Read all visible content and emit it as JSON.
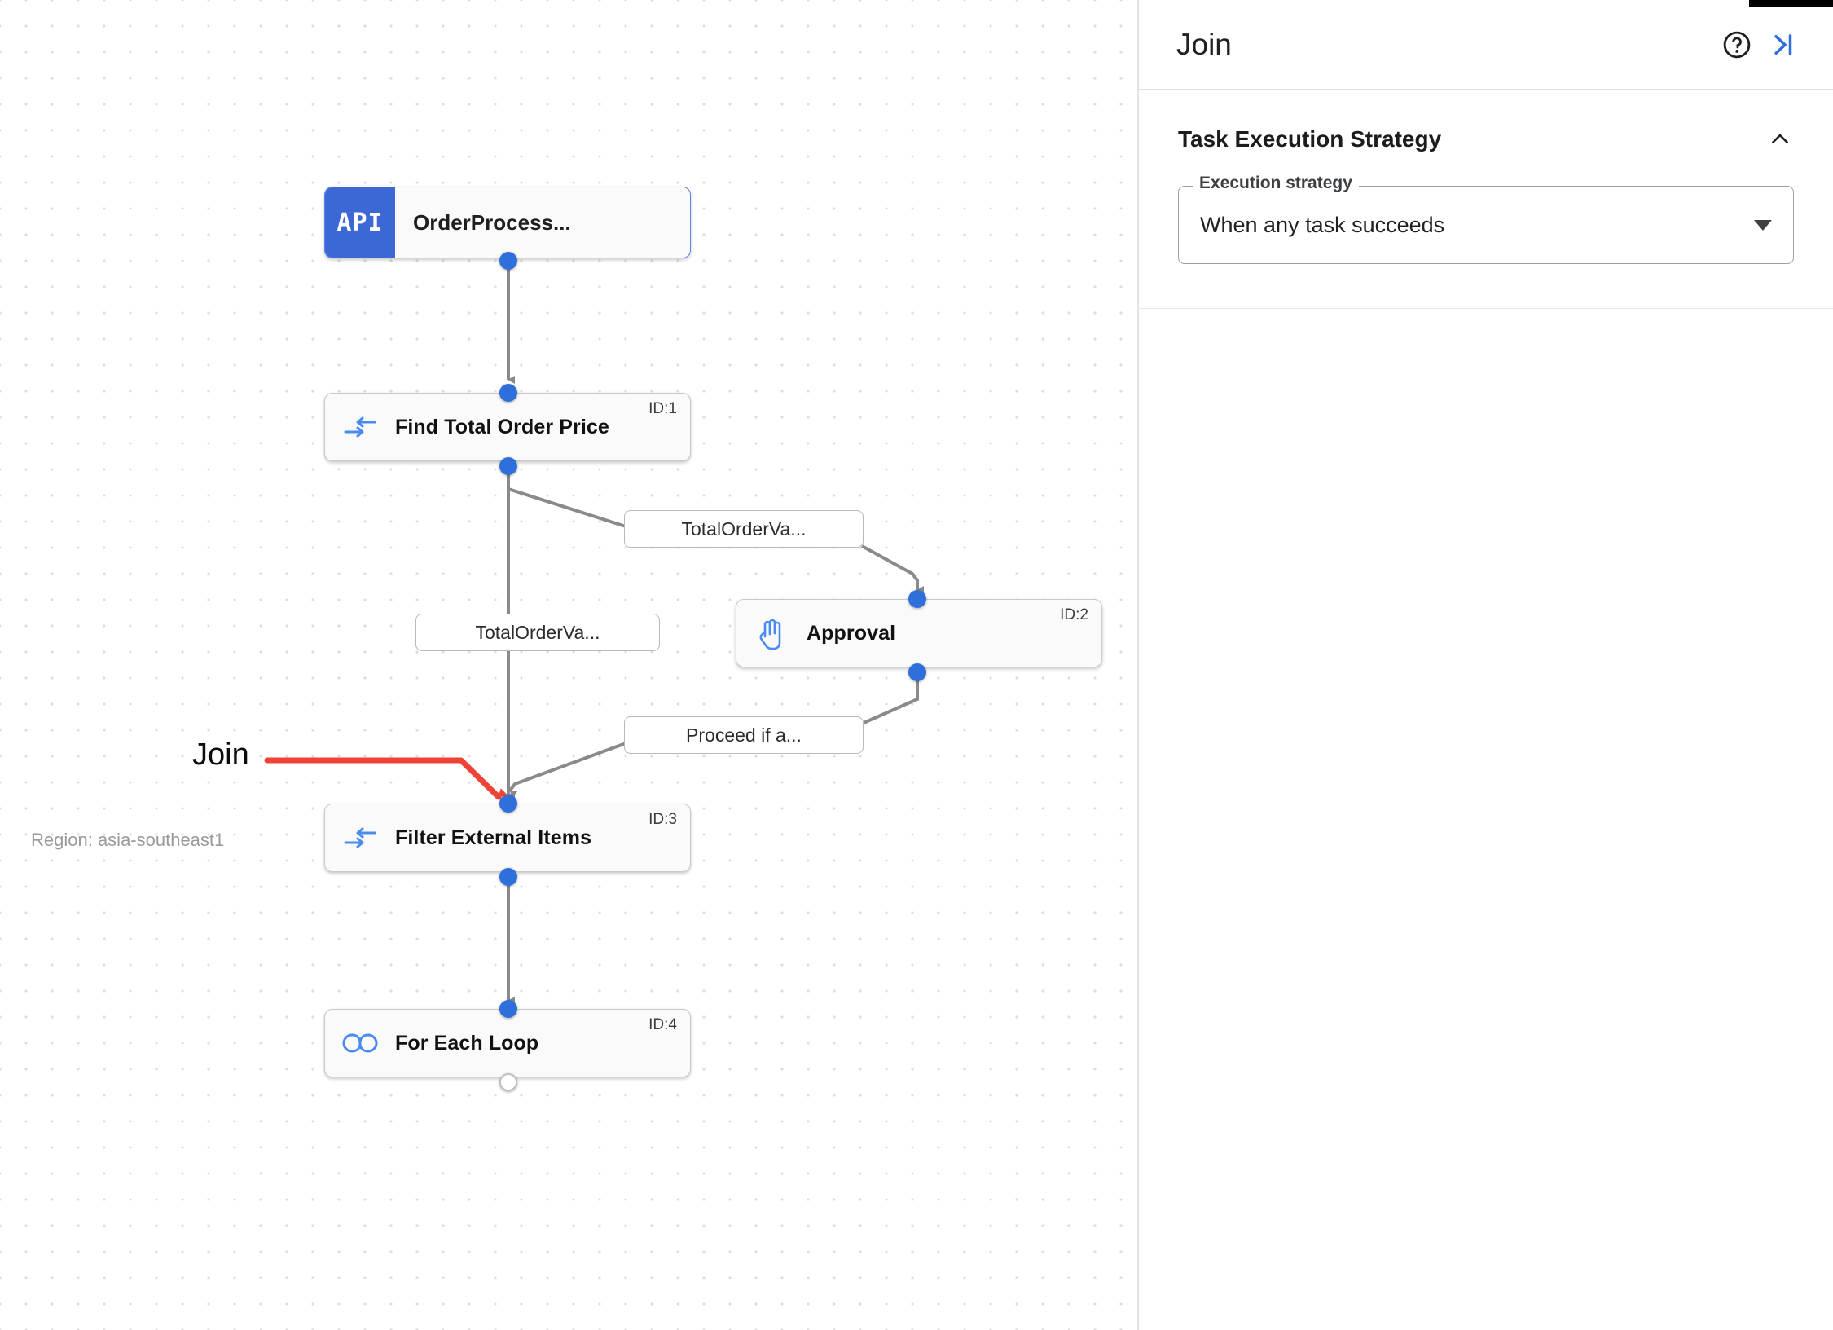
{
  "canvas": {
    "region_label": "Region: asia-southeast1",
    "annotation": {
      "label": "Join",
      "color": "#ef4335"
    },
    "nodes": [
      {
        "id": "api",
        "type": "api",
        "badge": "API",
        "title": "OrderProcess...",
        "id_label": ""
      },
      {
        "id": "task1",
        "type": "task",
        "icon": "merge-arrows-icon",
        "title": "Find Total Order Price",
        "id_label": "ID:1"
      },
      {
        "id": "task2",
        "type": "task",
        "icon": "hand-approval-icon",
        "title": "Approval",
        "id_label": "ID:2"
      },
      {
        "id": "task3",
        "type": "task",
        "icon": "merge-arrows-icon",
        "title": "Filter External Items",
        "id_label": "ID:3"
      },
      {
        "id": "task4",
        "type": "task",
        "icon": "infinity-loop-icon",
        "title": "For Each Loop",
        "id_label": "ID:4"
      }
    ],
    "edge_labels": [
      {
        "id": "e1",
        "text": "TotalOrderVa..."
      },
      {
        "id": "e2",
        "text": "TotalOrderVa..."
      },
      {
        "id": "e3",
        "text": "Proceed if a..."
      }
    ]
  },
  "panel": {
    "title": "Join",
    "help_icon": "help-circle-icon",
    "collapse_icon": "collapse-panel-icon",
    "section": {
      "title": "Task Execution Strategy",
      "collapse_icon": "chevron-up-icon",
      "field": {
        "legend": "Execution strategy",
        "value": "When any task succeeds",
        "caret_icon": "chevron-down-icon"
      }
    }
  },
  "colors": {
    "accent_blue": "#2f6fdb",
    "api_badge": "#3b68d4",
    "icon_blue": "#5b8dee",
    "annotation_red": "#ef4335",
    "edge_gray": "#8a8a8a"
  }
}
